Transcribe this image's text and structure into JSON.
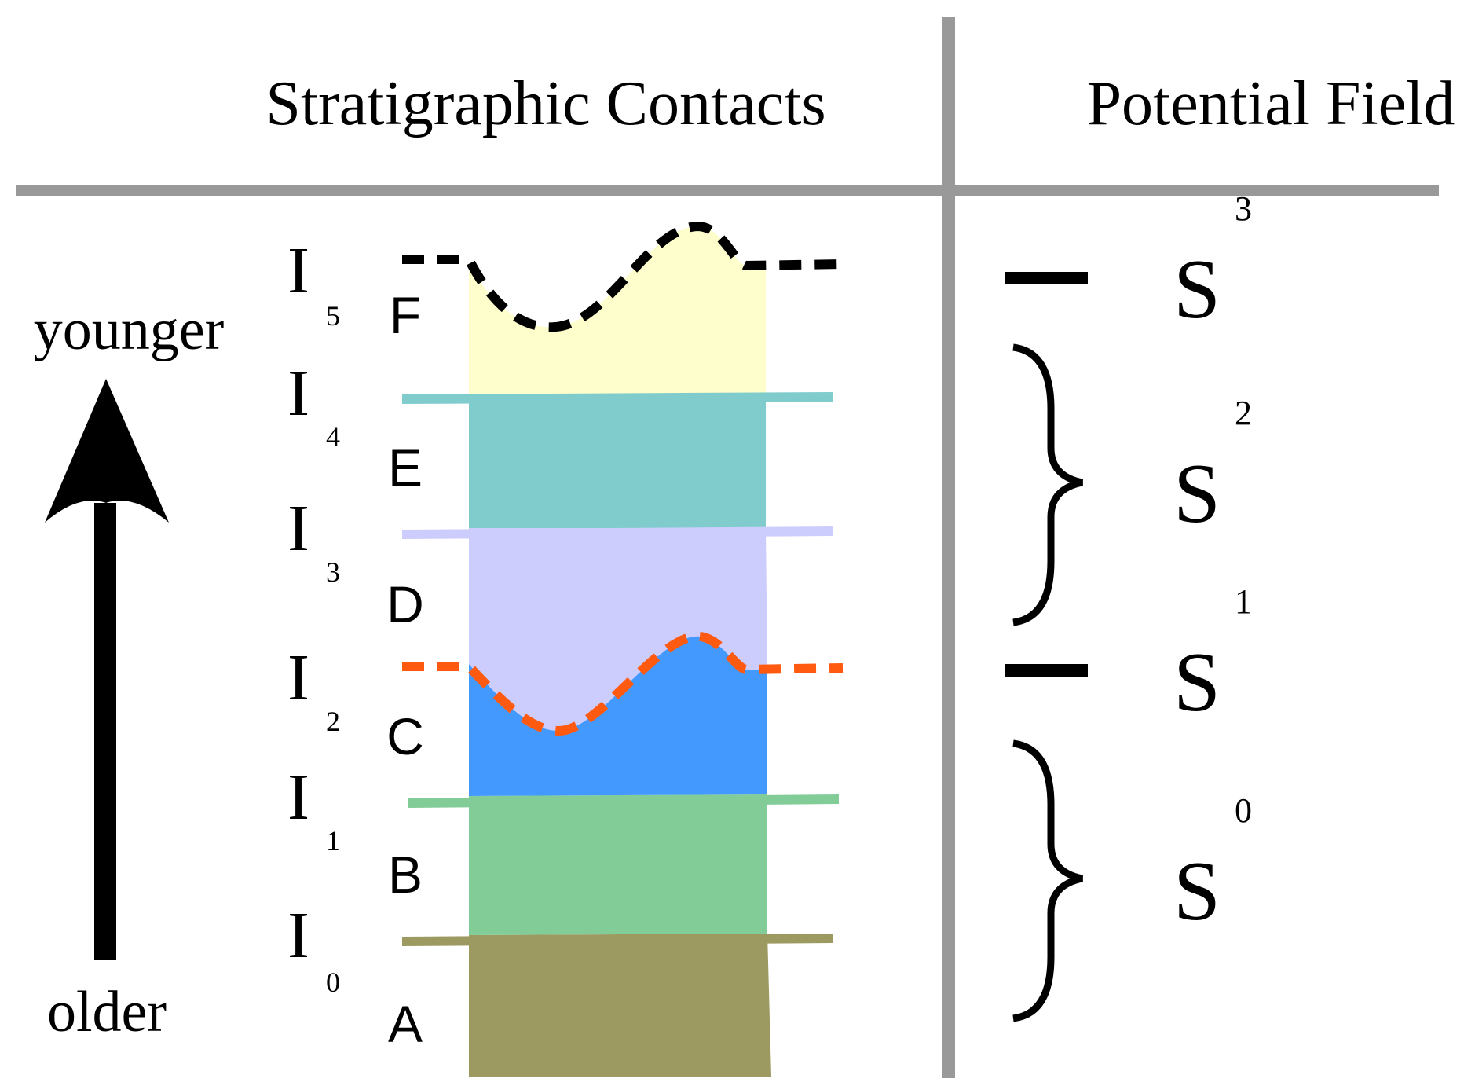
{
  "headers": {
    "left": "Stratigraphic Contacts",
    "right": "Potential Field"
  },
  "age_axis": {
    "top_label": "younger",
    "bottom_label": "older"
  },
  "units": [
    {
      "label": "A",
      "color": "#9c9a60"
    },
    {
      "label": "B",
      "color": "#82cc98"
    },
    {
      "label": "C",
      "color": "#4499ff"
    },
    {
      "label": "D",
      "color": "#ccccfd"
    },
    {
      "label": "E",
      "color": "#80cccd"
    },
    {
      "label": "F",
      "color": "#fefecc"
    }
  ],
  "interfaces": [
    {
      "symbol": "I",
      "index": "0",
      "color": "#9c9a60",
      "style": "solid"
    },
    {
      "symbol": "I",
      "index": "1",
      "color": "#82cc98",
      "style": "solid"
    },
    {
      "symbol": "I",
      "index": "2",
      "color": "#ff5a0f",
      "style": "dashed-erosion"
    },
    {
      "symbol": "I",
      "index": "3",
      "color": "#ccccfd",
      "style": "solid"
    },
    {
      "symbol": "I",
      "index": "4",
      "color": "#80cccd",
      "style": "solid"
    },
    {
      "symbol": "I",
      "index": "5",
      "color": "#000000",
      "style": "dashed-erosion"
    }
  ],
  "potential_fields": [
    {
      "symbol": "S",
      "index": "0",
      "marker": "brace"
    },
    {
      "symbol": "S",
      "index": "1",
      "marker": "bar"
    },
    {
      "symbol": "S",
      "index": "2",
      "marker": "brace"
    },
    {
      "symbol": "S",
      "index": "3",
      "marker": "bar"
    }
  ],
  "colors": {
    "divider": "#999999",
    "arrow": "#000000"
  }
}
